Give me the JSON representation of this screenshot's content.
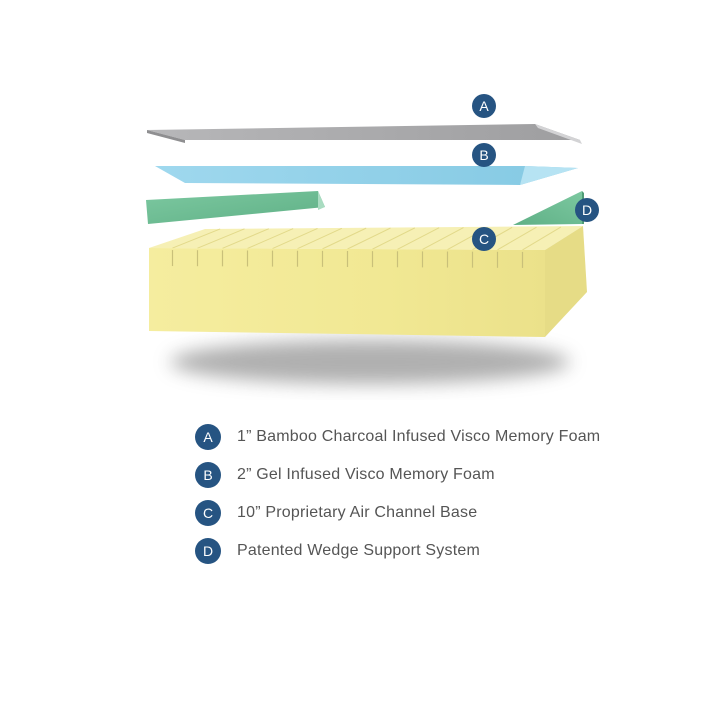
{
  "colors": {
    "badge": "#265482",
    "layer_a": "#a9a9ab",
    "layer_b": "#8fd0e8",
    "wedge": "#6fbf94",
    "base": "#f3ea9a",
    "text": "#555555"
  },
  "callouts": {
    "a": "A",
    "b": "B",
    "c": "C",
    "d": "D"
  },
  "legend": [
    {
      "letter": "A",
      "text": "1” Bamboo Charcoal Infused Visco Memory Foam"
    },
    {
      "letter": "B",
      "text": "2” Gel Infused Visco Memory Foam"
    },
    {
      "letter": "C",
      "text": "10” Proprietary Air Channel Base"
    },
    {
      "letter": "D",
      "text": "Patented Wedge Support System"
    }
  ]
}
